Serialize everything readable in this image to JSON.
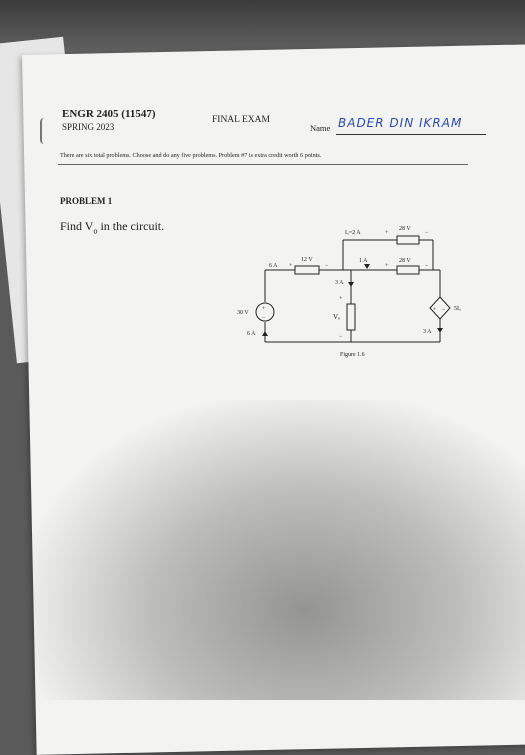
{
  "header": {
    "course": "ENGR 2405 (11547)",
    "semester": "SPRING 2023",
    "exam_title": "FINAL EXAM",
    "name_label": "Name",
    "name_value": "BADER DIN IKRAM"
  },
  "instructions": "There are six total problems. Choose and do any five problems. Problem #7 is extra credit worth 6 points.",
  "problem": {
    "heading": "PROBLEM 1",
    "question_prefix": "Find V",
    "question_sub": "o",
    "question_suffix": " in the circuit."
  },
  "circuit": {
    "labels": {
      "ix_current": "Iₓ=2 A",
      "plus_top": "+",
      "v28_top": "28 V",
      "minus_top": "−",
      "i6_top": "6 A",
      "plus_12": "+",
      "v12": "12 V",
      "minus_12": "−",
      "i1": "1 A",
      "plus_28b": "+",
      "v28_mid": "28 V",
      "minus_28b": "−",
      "i3_mid": "3 A",
      "v30": "30 V",
      "plus_vo": "+",
      "vo": "Vₒ",
      "minus_vo": "−",
      "dep_source": "5Iₓ",
      "i6_bottom": "6 A",
      "i3_right": "3 A"
    },
    "figure_caption": "Figure 1.6"
  }
}
